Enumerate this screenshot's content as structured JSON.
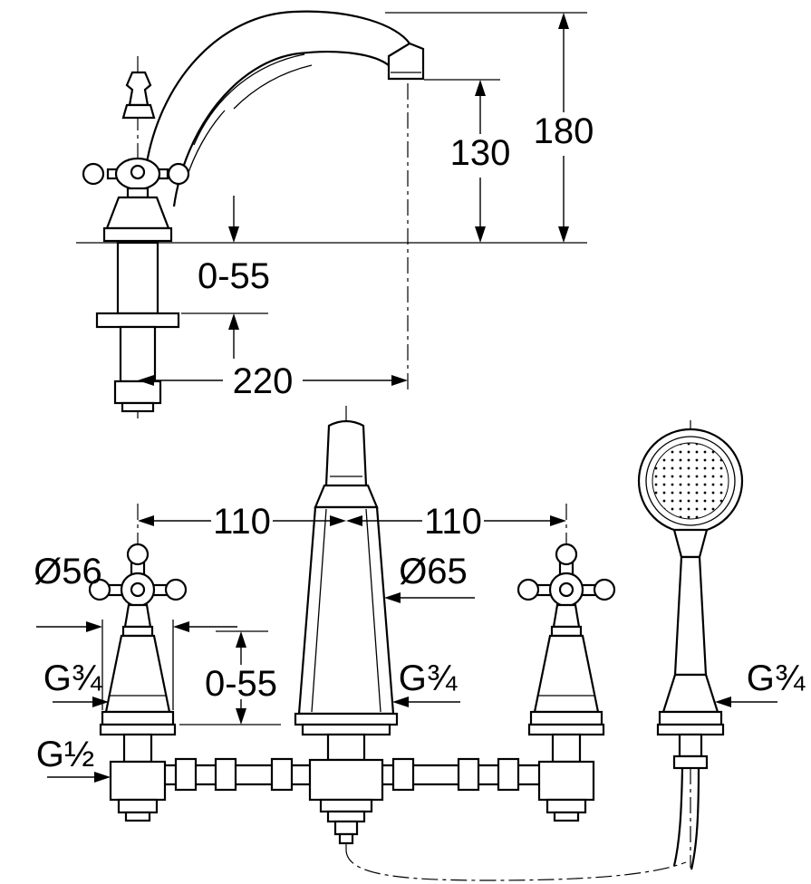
{
  "top_view": {
    "total_height": "180",
    "spout_height": "130",
    "mounting_range": "0-55",
    "spout_reach": "220"
  },
  "front_view": {
    "left_spacing": "110",
    "right_spacing": "110",
    "handle_diameter": "Ø56",
    "spout_diameter": "Ø65",
    "mounting_range": "0-55",
    "thread_left_valve": "G¾",
    "thread_spout": "G¾",
    "thread_hand_shower": "G¾",
    "thread_supply": "G½"
  },
  "colors": {
    "line": "#000000",
    "background": "#ffffff"
  }
}
